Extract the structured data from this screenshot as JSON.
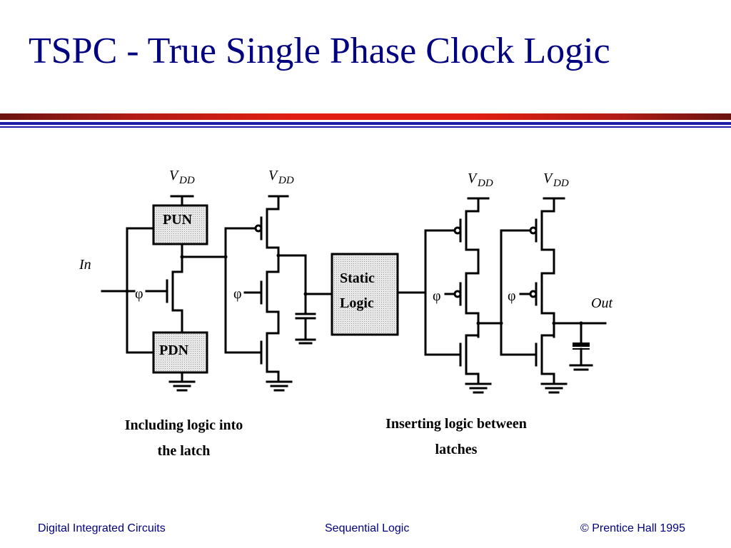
{
  "slide": {
    "title": "TSPC - True Single Phase Clock Logic"
  },
  "diagram": {
    "vdd_label": "V",
    "vdd_subscript": "DD",
    "input_label": "In",
    "output_label": "Out",
    "clock_symbol": "φ",
    "pun_label": "PUN",
    "pdn_label": "PDN",
    "static_logic_line1": "Static",
    "static_logic_line2": "Logic",
    "box_fill_color": "#e4e4e4",
    "wire_color": "#000000"
  },
  "captions": {
    "left_line1": "Including logic into",
    "left_line2": "the latch",
    "right_line1": "Inserting logic between",
    "right_line2": "latches"
  },
  "footer": {
    "left": "Digital Integrated Circuits",
    "center": "Sequential Logic",
    "right": "© Prentice Hall 1995"
  },
  "colors": {
    "title": "#000080",
    "rule_red": "#e01e12",
    "rule_dark": "#6a1410",
    "rule_blue": "#1d1da8"
  }
}
